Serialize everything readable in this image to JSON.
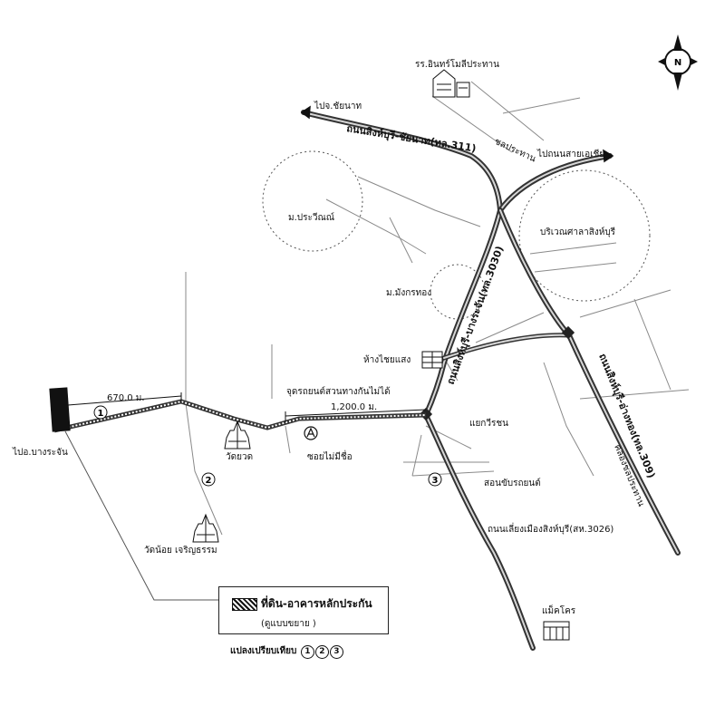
{
  "map": {
    "compass": {
      "letter": "N"
    },
    "labels": {
      "to_chainat": "ไปจ.ชัยนาท",
      "road_311": "ถนนสิงห์บุรี-ชัยนาท(ทล.311)",
      "to_asia": "ไปถนนสายเอเชีย",
      "school": "รร.อินทร์โมลีประทาน",
      "irrigation_canal_top": "ชลประทาน",
      "village_prawin": "ม.ประวีณณ์",
      "old_singburi_area": "บริเวณศาลาสิงห์บุรี",
      "village_mongkhon": "ม.มังกรทอง",
      "road_3030": "ถนนสิงห์บุรี-บางระจัน(ทล.3030)",
      "shop_chaisaeng": "ห้างไชยแสง",
      "road_309": "ถนนสิงห์บุรี-อ่างทอง(ทล.309)",
      "irrigation_canal_309": "คลองชลประทาน",
      "dist_670": "670.0 ม.",
      "dist_1200": "1,200.0 ม.",
      "no_through": "จุดรถยนต์สวนทางกันไม่ได้",
      "to_bangrachan": "ไปอ.บางระจัน",
      "wat_yuat": "วัดยวด",
      "soi_unnamed": "ซอยไม่มีชื่อ",
      "intersection": "แยกวีรชน",
      "driving_school": "สอนขับรถยนต์",
      "road_3026": "ถนนเลี่ยงเมืองสิงห์บุรี(สห.3026)",
      "wat_noi": "วัดน้อย เจริญธรรม",
      "makro": "แม็คโคร",
      "marker_1": "1",
      "marker_2": "2",
      "marker_3": "3"
    },
    "legend": {
      "title": "ที่ดิน-อาคารหลักประกัน",
      "subtitle": "(ดูแบบขยาย )"
    },
    "comparison": {
      "label": "แปลงเปรียบเทียบ",
      "items": [
        "1",
        "2",
        "3"
      ]
    }
  }
}
